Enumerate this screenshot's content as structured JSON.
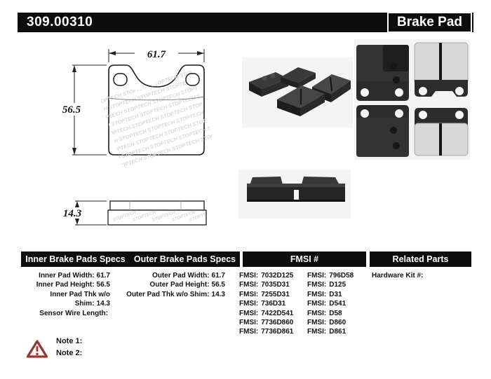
{
  "header": {
    "part_number": "309.00310",
    "product_type": "Brake Pad"
  },
  "drawing": {
    "width_dim": "61.7",
    "height_dim": "56.5",
    "thickness_dim": "14.3",
    "watermark": "STOPTECH",
    "watermark_row": "STOPTECH   STOPTECH   STOPTECH   STOPTECH   STOPTECH"
  },
  "table": {
    "headers": {
      "inner": "Inner Brake Pads Specs",
      "outer": "Outer Brake Pads Specs",
      "fmsi": "FMSI #",
      "related": "Related Parts"
    },
    "inner_specs": [
      {
        "label": "Inner Pad Width:",
        "value": "61.7"
      },
      {
        "label": "Inner Pad Height:",
        "value": "56.5"
      },
      {
        "label": "Inner Pad Thk w/o Shim:",
        "value": "14.3"
      },
      {
        "label": "Sensor Wire Length:",
        "value": ""
      }
    ],
    "outer_specs": [
      {
        "label": "Outer Pad Width:",
        "value": "61.7"
      },
      {
        "label": "Outer Pad Height:",
        "value": "56.5"
      },
      {
        "label": "Outer Pad Thk w/o Shim:",
        "value": "14.3"
      }
    ],
    "fmsi_prefix": "FMSI:",
    "fmsi_col1": [
      "7032D125",
      "7035D31",
      "7255D31",
      "736D31",
      "7422D541",
      "7736D860",
      "7736D861"
    ],
    "fmsi_col2": [
      "796D58",
      "D125",
      "D31",
      "D541",
      "D58",
      "D860",
      "D861"
    ],
    "related_parts": [
      {
        "label": "Hardware Kit #:",
        "value": ""
      }
    ]
  },
  "notes": {
    "note1": "Note 1:",
    "note2": "Note 2:"
  },
  "colors": {
    "bar_black": "#0d0d0d",
    "warning_red": "#9c3434",
    "pad_dark": "#2e2e2e",
    "friction_gray": "#d8d8d8"
  }
}
